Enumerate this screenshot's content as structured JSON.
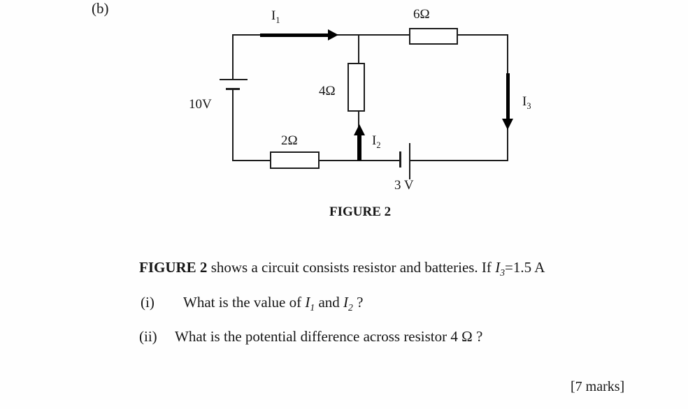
{
  "page": {
    "part_label": "(b)",
    "marks_label": "[7 marks]"
  },
  "figure": {
    "caption": "FIGURE 2",
    "components": {
      "battery_left_label": "10V",
      "battery_bottom_label": "3 V",
      "resistor_top_label": "6Ω",
      "resistor_middle_label": "4Ω",
      "resistor_bottom_label": "2Ω",
      "current_i1": {
        "base": "I",
        "sub": "1"
      },
      "current_i2": {
        "base": "I",
        "sub": "2"
      },
      "current_i3": {
        "base": "I",
        "sub": "3"
      }
    }
  },
  "questions": {
    "intro": {
      "bold_ref": "FIGURE 2",
      "text": " shows a circuit consists resistor and batteries. If ",
      "var_base": "I",
      "var_sub": "3",
      "tail": "=1.5 A"
    },
    "item1": {
      "numeral": "(i)",
      "lead": "What is the value of ",
      "var1_base": "I",
      "var1_sub": "1",
      "mid": " and ",
      "var2_base": "I",
      "var2_sub": "2",
      "tail": " ?"
    },
    "item2": {
      "numeral": "(ii)",
      "text": "What is the potential difference across resistor 4 Ω ?"
    }
  }
}
